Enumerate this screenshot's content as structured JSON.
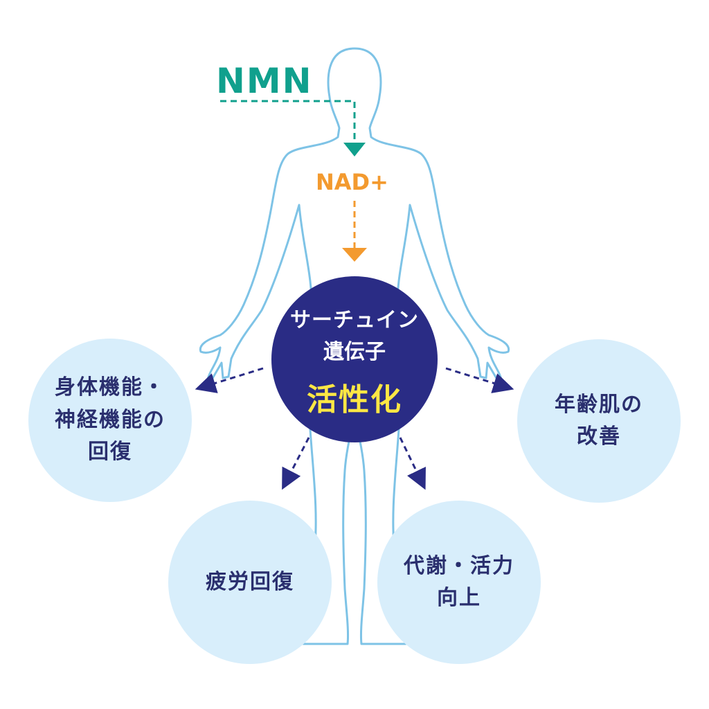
{
  "inputs": {
    "nmn": "NMN",
    "nad": "NAD+"
  },
  "center": {
    "line1": "サーチュイン",
    "line2": "遺伝子",
    "line3": "活性化"
  },
  "effects": {
    "left": [
      "身体機能・",
      "神経機能の",
      "回復"
    ],
    "right": [
      "年齢肌の",
      "改善"
    ],
    "bottom_left": [
      "疲労回復"
    ],
    "bottom_right": [
      "代謝・活力",
      "向上"
    ]
  },
  "colors": {
    "nmn": "#10a08d",
    "nad": "#f39a2f",
    "core": "#2a2c85",
    "highlight": "#fde744",
    "bubble": "#d8eefb",
    "body_outline": "#7ec3e6",
    "arrow": "#2a2c85",
    "text": "#2a2f6e"
  }
}
